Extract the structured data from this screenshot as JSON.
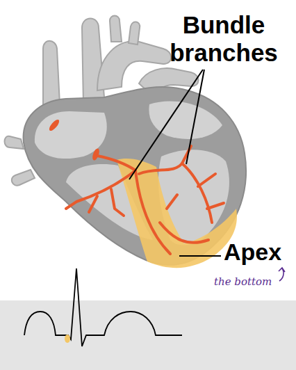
{
  "diagram": {
    "labels": [
      "Bundle branches",
      "Apex",
      "the bottom"
    ]
  }
}
